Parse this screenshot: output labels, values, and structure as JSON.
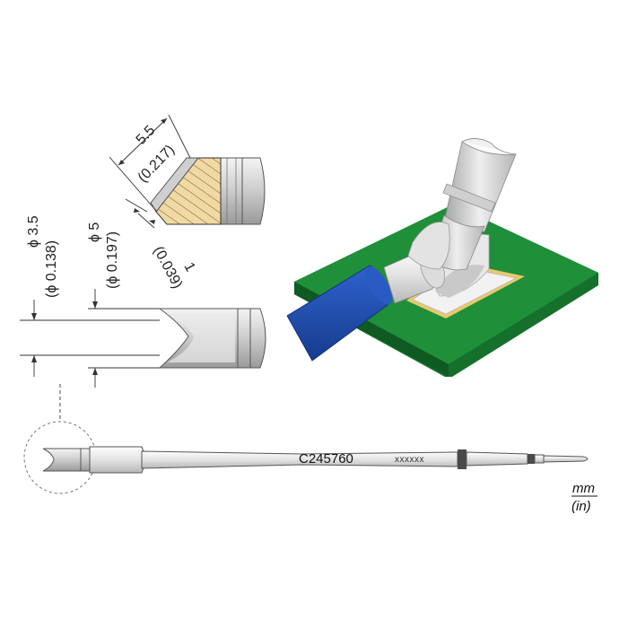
{
  "part_number": "C245760",
  "marking": "xxxxxx",
  "units": {
    "primary": "mm",
    "secondary": "(in)"
  },
  "dimensions": {
    "diameter_inner": {
      "mm": "ϕ 3.5",
      "in": "(ϕ 0.138)"
    },
    "diameter_outer": {
      "mm": "ϕ 5",
      "in": "(ϕ 0.197)"
    },
    "length": {
      "mm": "5.5",
      "in": "(0.217)"
    },
    "thickness": {
      "mm": "1",
      "in": "(0.039)"
    }
  },
  "colors": {
    "pcb": "#1f8f3a",
    "pcb_dark": "#14702b",
    "pad": "#e7c96a",
    "cable": "#1f4fb0",
    "tip_metal": "#dcdcdc",
    "tinned_area": "#f1d9a3"
  }
}
